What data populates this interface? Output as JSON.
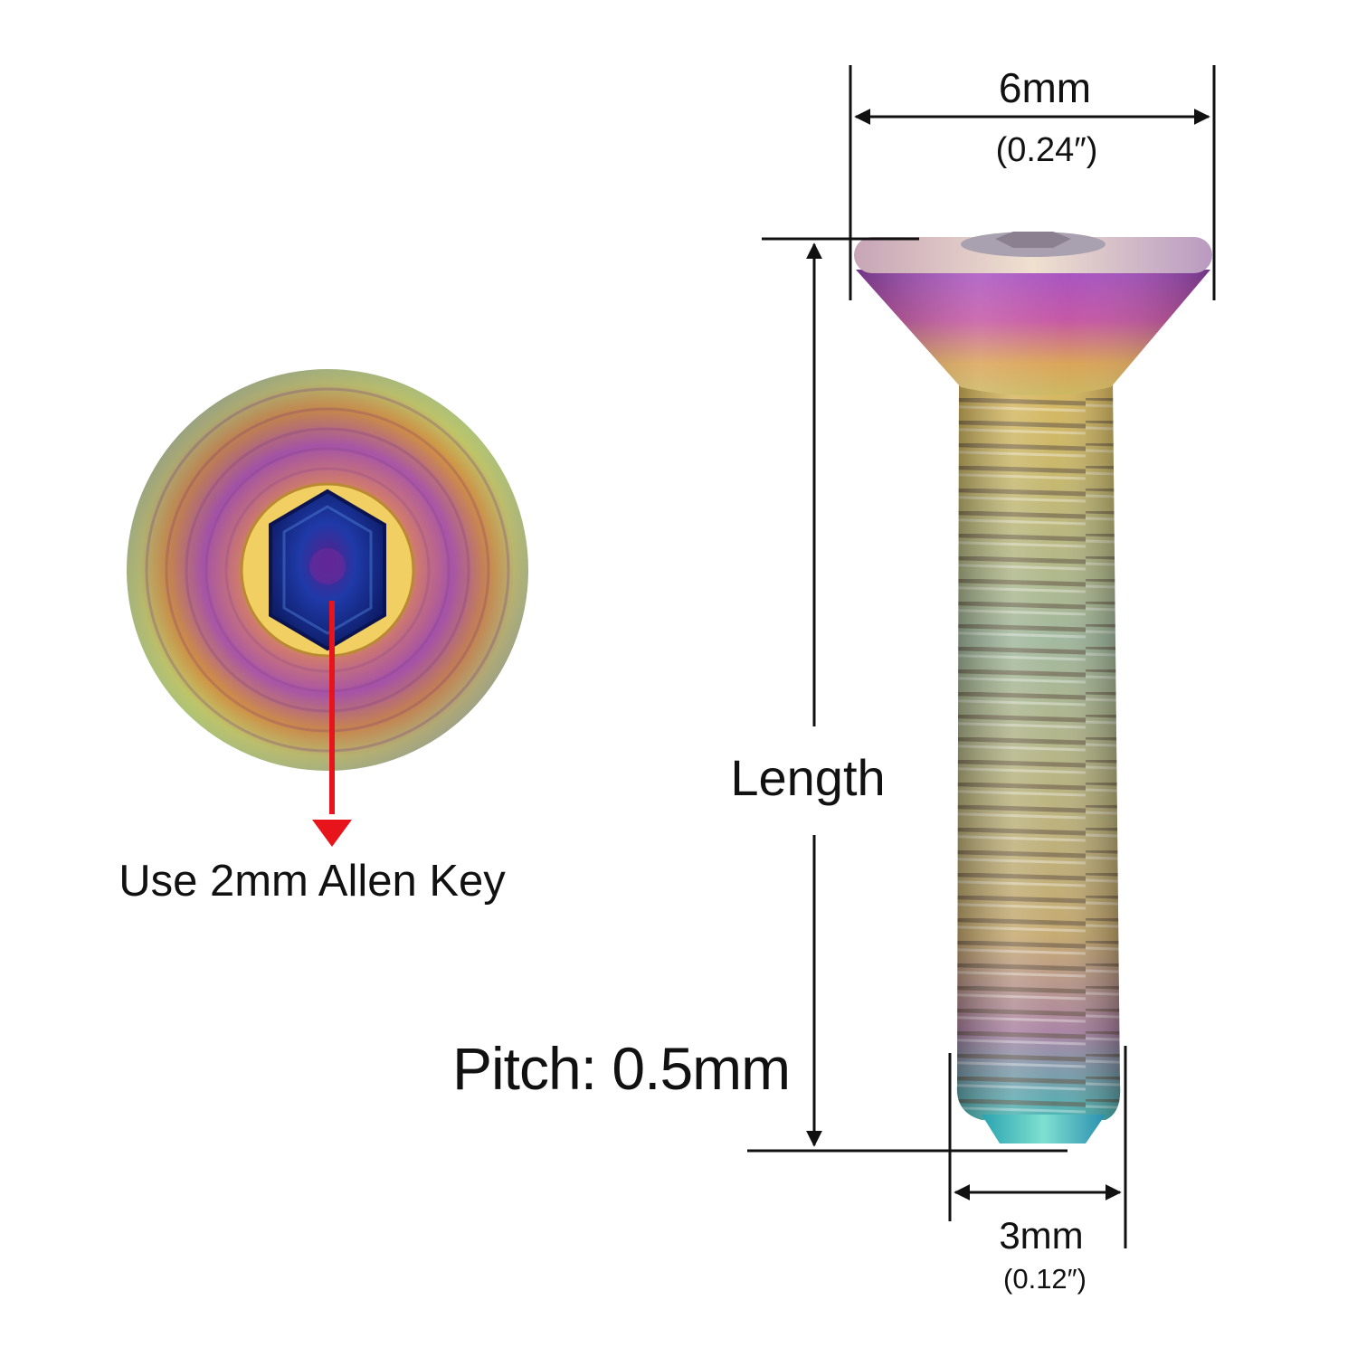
{
  "annotations": {
    "head_width_mm": "6mm",
    "head_width_in": "(0.24″)",
    "length": "Length",
    "pitch": "Pitch: 0.5mm",
    "thread_dia_mm": "3mm",
    "thread_dia_in": "(0.12″)",
    "allen_key": "Use 2mm Allen Key"
  },
  "colors": {
    "dimension_lines": "#111111",
    "pointer_arrow": "#e8141c",
    "background": "#ffffff",
    "anodized_purple": "#9a3fb2",
    "anodized_gold": "#d8b24a",
    "anodized_teal": "#3fb3b0",
    "socket_blue": "#1a2f8f"
  },
  "icons": {
    "top_view": "screw-head-top-view",
    "side_view": "countersunk-screw-side-view"
  }
}
